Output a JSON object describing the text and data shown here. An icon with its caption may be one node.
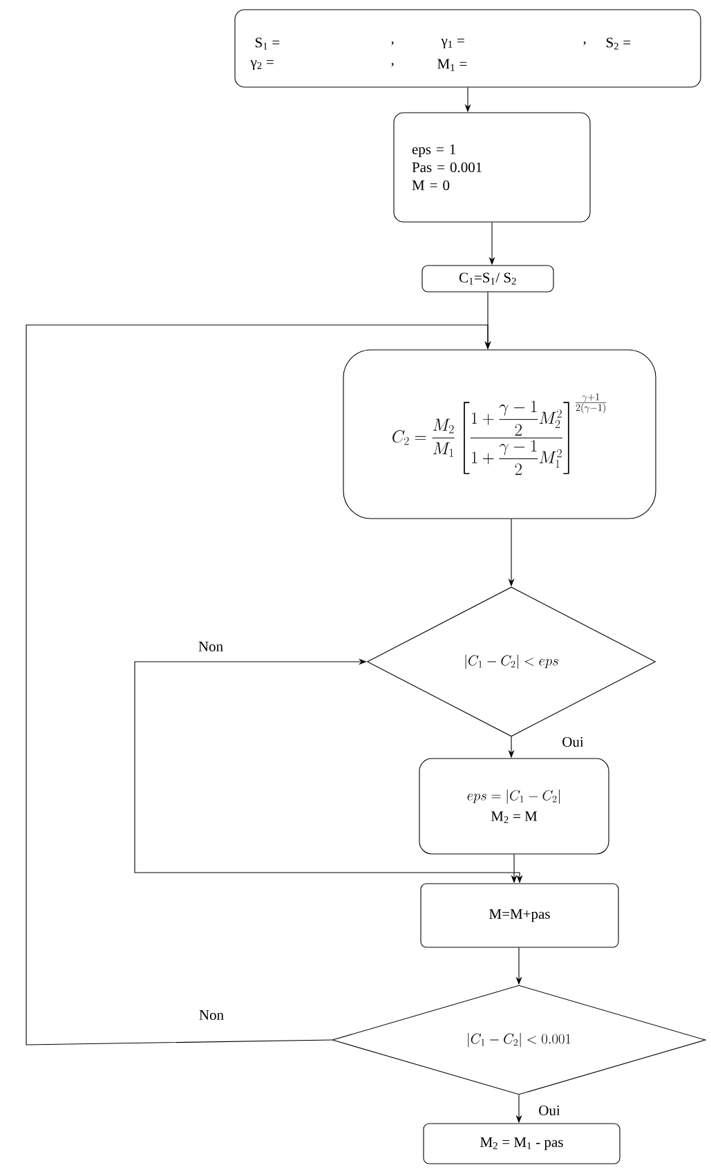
{
  "diagram": {
    "nodes": [
      {
        "text": [
          "S$_{1}$ =",
          ",",
          "γ$_{1}$ =",
          ",",
          "S$_{2}$ =",
          "γ$_{2}$ =",
          ",",
          "M$_{1}$ ="
        ]
      },
      {
        "text": [
          "eps = 1",
          "Pas = 0.001",
          "M = 0"
        ]
      },
      {
        "text": [
          "C$_{1}$=S$_{1}$/ S$_{2}$"
        ]
      },
      {
        "text": [
          "C_2 = \\frac{M_2}{M_1}\\left[\\dfrac{1+\\dfrac{\\gamma-1}{2}M_2^2}{1+\\dfrac{\\gamma-1}{2}M_1^2}\\right]^{\\frac{\\gamma+1}{2(\\gamma-1)}}"
        ]
      },
      {
        "text": [
          "\\left|C_1-C_2\\right|<eps"
        ]
      },
      {
        "text": [
          "eps=\\left|C_1-C_2\\right|",
          "M$_{2}$ = M"
        ]
      },
      {
        "text": [
          "M=M+pas"
        ]
      },
      {
        "text": [
          "\\left|C_1-C_2\\right|<0.001"
        ]
      },
      {
        "text": [
          "M$_{2}$ = M$_{1}$ - pas"
        ]
      }
    ],
    "edges": [
      {
        "from": 0,
        "to": 1,
        "arrow": "to"
      },
      {
        "from": 1,
        "to": 2,
        "arrow": "to"
      },
      {
        "from": 2,
        "to": 3,
        "arrow": "to"
      },
      {
        "from": 3,
        "to": 4,
        "arrow": "to"
      },
      {
        "from": 4,
        "to": 5,
        "arrow": "to",
        "label": "Oui"
      },
      {
        "from": 5,
        "to": 6,
        "arrow": "to"
      },
      {
        "from": 4,
        "to": 6,
        "arrow": "both",
        "label": "Non"
      },
      {
        "from": 6,
        "to": 7,
        "arrow": "to"
      },
      {
        "from": 7,
        "to": 8,
        "arrow": "to",
        "label": "Oui"
      },
      {
        "from": 7,
        "to": 3,
        "arrow": "to",
        "label": "Non"
      }
    ]
  }
}
